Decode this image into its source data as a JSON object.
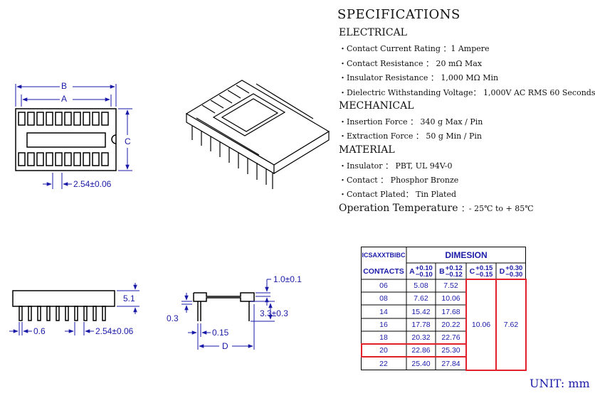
{
  "specifications": {
    "title": "SPECIFICATIONS",
    "electrical": {
      "heading": "ELECTRICAL",
      "items": [
        "・Contact Current Rating ：1 Ampere",
        "・Contact Resistance ： 20 mΩ Max",
        "・Insulator Resistance ： 1,000 MΩ Min",
        "・Dielectric Withstanding Voltage： 1,000V AC RMS 60 Seconds"
      ]
    },
    "mechanical": {
      "heading": "MECHANICAL",
      "items": [
        "・Insertion Force ： 340 g Max / Pin",
        "・Extraction Force ： 50 g Min / Pin"
      ]
    },
    "material": {
      "heading": "MATERIAL",
      "items": [
        "・Insulator ： PBT, UL 94V-0",
        "・Contact ： Phosphor Bronze",
        "・Contact Plated： Tin Plated"
      ]
    },
    "operation": {
      "label": "Operation Temperature",
      "value": "：- 25℃ to + 85℃"
    }
  },
  "dimensions": {
    "top_view": {
      "b": "B",
      "a": "A",
      "c": "C",
      "pitch": "2.54±0.06"
    },
    "side_view": {
      "height": "5.1",
      "pin": "0.6",
      "pitch": "2.54±0.06"
    },
    "end_view": {
      "top": "1.0±0.1",
      "left": "0.3",
      "right": "3.3±0.3",
      "bottom": "0.15",
      "d": "D"
    }
  },
  "table": {
    "model": "ICSAXXTBIBC",
    "dimension_header": "DIMESION",
    "contacts_header": "CONTACTS",
    "col_a": {
      "letter": "A",
      "plus": "+0.10",
      "minus": "−0.10"
    },
    "col_b": {
      "letter": "B",
      "plus": "+0.12",
      "minus": "−0.12"
    },
    "col_c": {
      "letter": "C",
      "plus": "+0.15",
      "minus": "−0.15"
    },
    "col_d": {
      "letter": "D",
      "plus": "+0.30",
      "minus": "−0.30"
    },
    "rows": [
      {
        "contacts": "06",
        "a": "5.08",
        "b": "7.52"
      },
      {
        "contacts": "08",
        "a": "7.62",
        "b": "10.06"
      },
      {
        "contacts": "14",
        "a": "15.42",
        "b": "17.68"
      },
      {
        "contacts": "16",
        "a": "17.78",
        "b": "20.22"
      },
      {
        "contacts": "18",
        "a": "20.32",
        "b": "22.76"
      },
      {
        "contacts": "20",
        "a": "22.86",
        "b": "25.30"
      },
      {
        "contacts": "22",
        "a": "25.40",
        "b": "27.84"
      }
    ],
    "c_value": "10.06",
    "d_value": "7.62",
    "highlight_row": 5,
    "highlight_color": "#e0202a"
  },
  "unit": "UNIT: mm"
}
